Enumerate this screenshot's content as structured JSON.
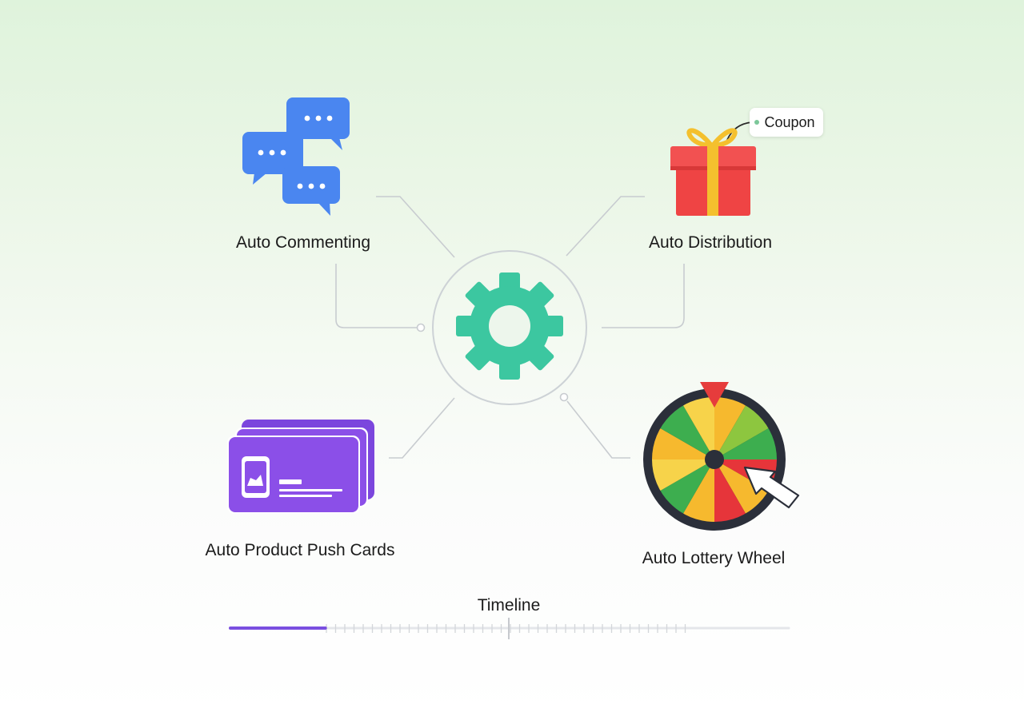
{
  "hub": {
    "icon": "gear-icon",
    "color": "#3cc7a0"
  },
  "nodes": {
    "auto_commenting": {
      "label": "Auto Commenting",
      "icon": "chat-bubbles-icon",
      "color": "#4a86f0"
    },
    "auto_distribution": {
      "label": "Auto Distribution",
      "icon": "gift-box-icon",
      "color": "#ef4444",
      "tag": "Coupon"
    },
    "auto_product_push_cards": {
      "label": "Auto Product Push Cards",
      "icon": "product-cards-icon",
      "color": "#8b4fe8"
    },
    "auto_lottery_wheel": {
      "label": "Auto Lottery Wheel",
      "icon": "lottery-wheel-icon",
      "colors": [
        "#f6b92e",
        "#8dc63f",
        "#3dae4f",
        "#e6353a",
        "#f7d34a"
      ]
    }
  },
  "timeline": {
    "label": "Timeline",
    "progress": 0.17,
    "color": "#7a4fe0"
  }
}
